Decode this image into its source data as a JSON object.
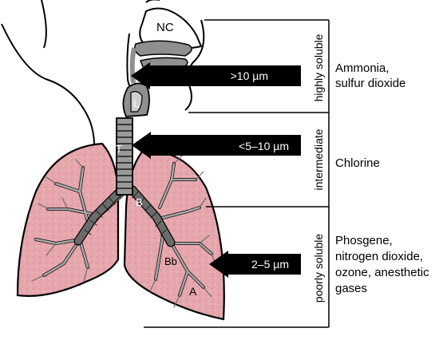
{
  "anatomy_labels": {
    "nasal_cavity": "NC",
    "larynx": "L",
    "trachea": "T",
    "bronchi": "B",
    "bronchioles": "Bb",
    "alveoli": "A"
  },
  "regions": [
    {
      "solubility": "highly soluble",
      "particle_size": ">10 µm",
      "agents": [
        "Ammonia,",
        "sulfur dioxide"
      ]
    },
    {
      "solubility": "intermediate",
      "particle_size": "<5–10 µm",
      "agents": [
        "Chlorine"
      ]
    },
    {
      "solubility": "poorly soluble",
      "particle_size": "2–5 µm",
      "agents": [
        "Phosgene,",
        "nitrogen dioxide,",
        "ozone, anesthetic",
        "gases"
      ]
    }
  ],
  "colors": {
    "lung_fill": "#e6a7ad",
    "airway_gray": "#a9a9a9",
    "airway_dark": "#6b6b6b",
    "arrow": "#000000",
    "line": "#000000"
  }
}
